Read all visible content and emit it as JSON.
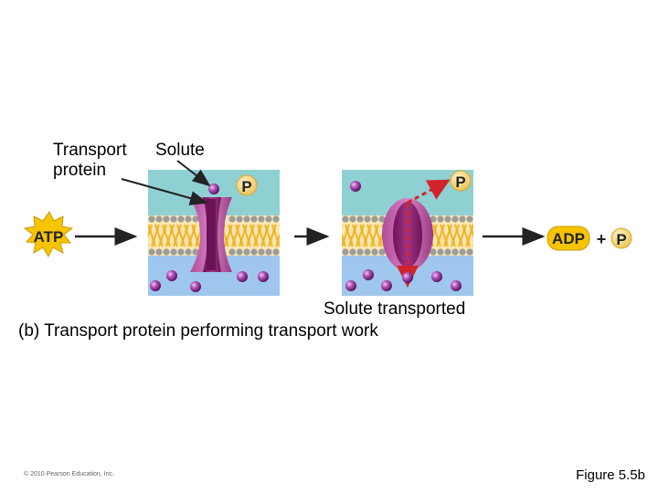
{
  "labels": {
    "transport_protein_line1": "Transport",
    "transport_protein_line2": "protein",
    "solute": "Solute",
    "atp": "ATP",
    "adp": "ADP",
    "plus": "+",
    "p_left": "P",
    "p_mid": "P",
    "p_right": "P",
    "solute_transported": "Solute transported",
    "caption": "(b) Transport protein performing transport work",
    "copyright": "© 2010 Pearson Education, Inc.",
    "figure": "Figure 5.5b"
  },
  "colors": {
    "extracellular": "#8fd0d3",
    "cytoplasm": "#9fc6ec",
    "membrane_tail": "#f0b32a",
    "membrane_head": "#9c9c9c",
    "protein": "#8a1e6e",
    "protein_light": "#c066aa",
    "phosphate": "#f3d36a",
    "atp_burst": "#f6c400",
    "arrow_red": "#d0242a"
  }
}
